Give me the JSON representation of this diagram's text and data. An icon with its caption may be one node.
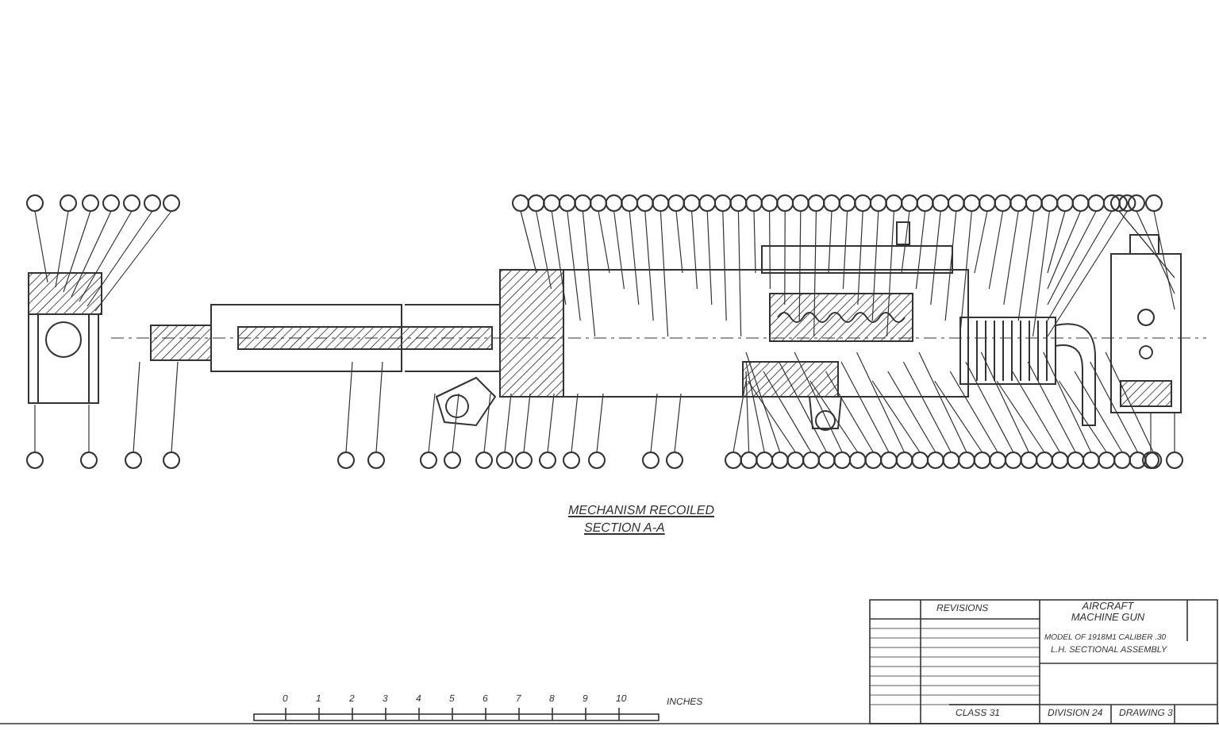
{
  "diagram": {
    "labels": [
      "MECHANISM RECOILED",
      "SECTION A-A",
      "0",
      "1",
      "2",
      "3",
      "4",
      "5",
      "6",
      "7",
      "8",
      "9",
      "10",
      "INCHES",
      "REVISIONS",
      "AIRCRAFT MACHINE GUN",
      "MODEL OF 1918M1 CALIBER .30",
      "L.H. SECTIONAL ASSEMBLY",
      "CLASS 31",
      "DIVISION 24",
      "DRAWING 3"
    ]
  }
}
